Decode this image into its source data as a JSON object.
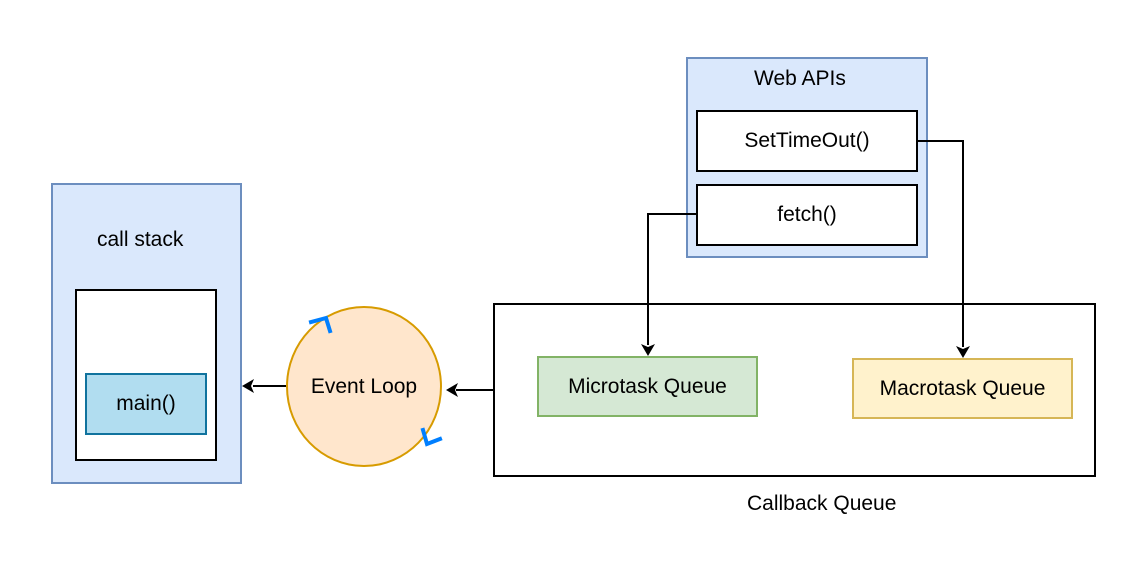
{
  "call_stack": {
    "title": "call stack",
    "frame": "main()"
  },
  "event_loop": {
    "label": "Event Loop"
  },
  "web_apis": {
    "title": "Web APIs",
    "items": [
      "SetTimeOut()",
      "fetch()"
    ]
  },
  "callback_queue": {
    "label": "Callback Queue",
    "microtask": "Microtask Queue",
    "macrotask": "Macrotask Queue"
  },
  "colors": {
    "container_fill": "#dae8fc",
    "container_stroke": "#6c8ebf",
    "frame_fill": "#b1ddf0",
    "frame_stroke": "#10739e",
    "event_loop_fill": "#ffe6cc",
    "event_loop_stroke": "#d79b00",
    "microtask_fill": "#d5e8d4",
    "microtask_stroke": "#82b366",
    "macrotask_fill": "#fff2cc",
    "macrotask_stroke": "#d6b656",
    "cycle_arrow": "#007fff"
  }
}
